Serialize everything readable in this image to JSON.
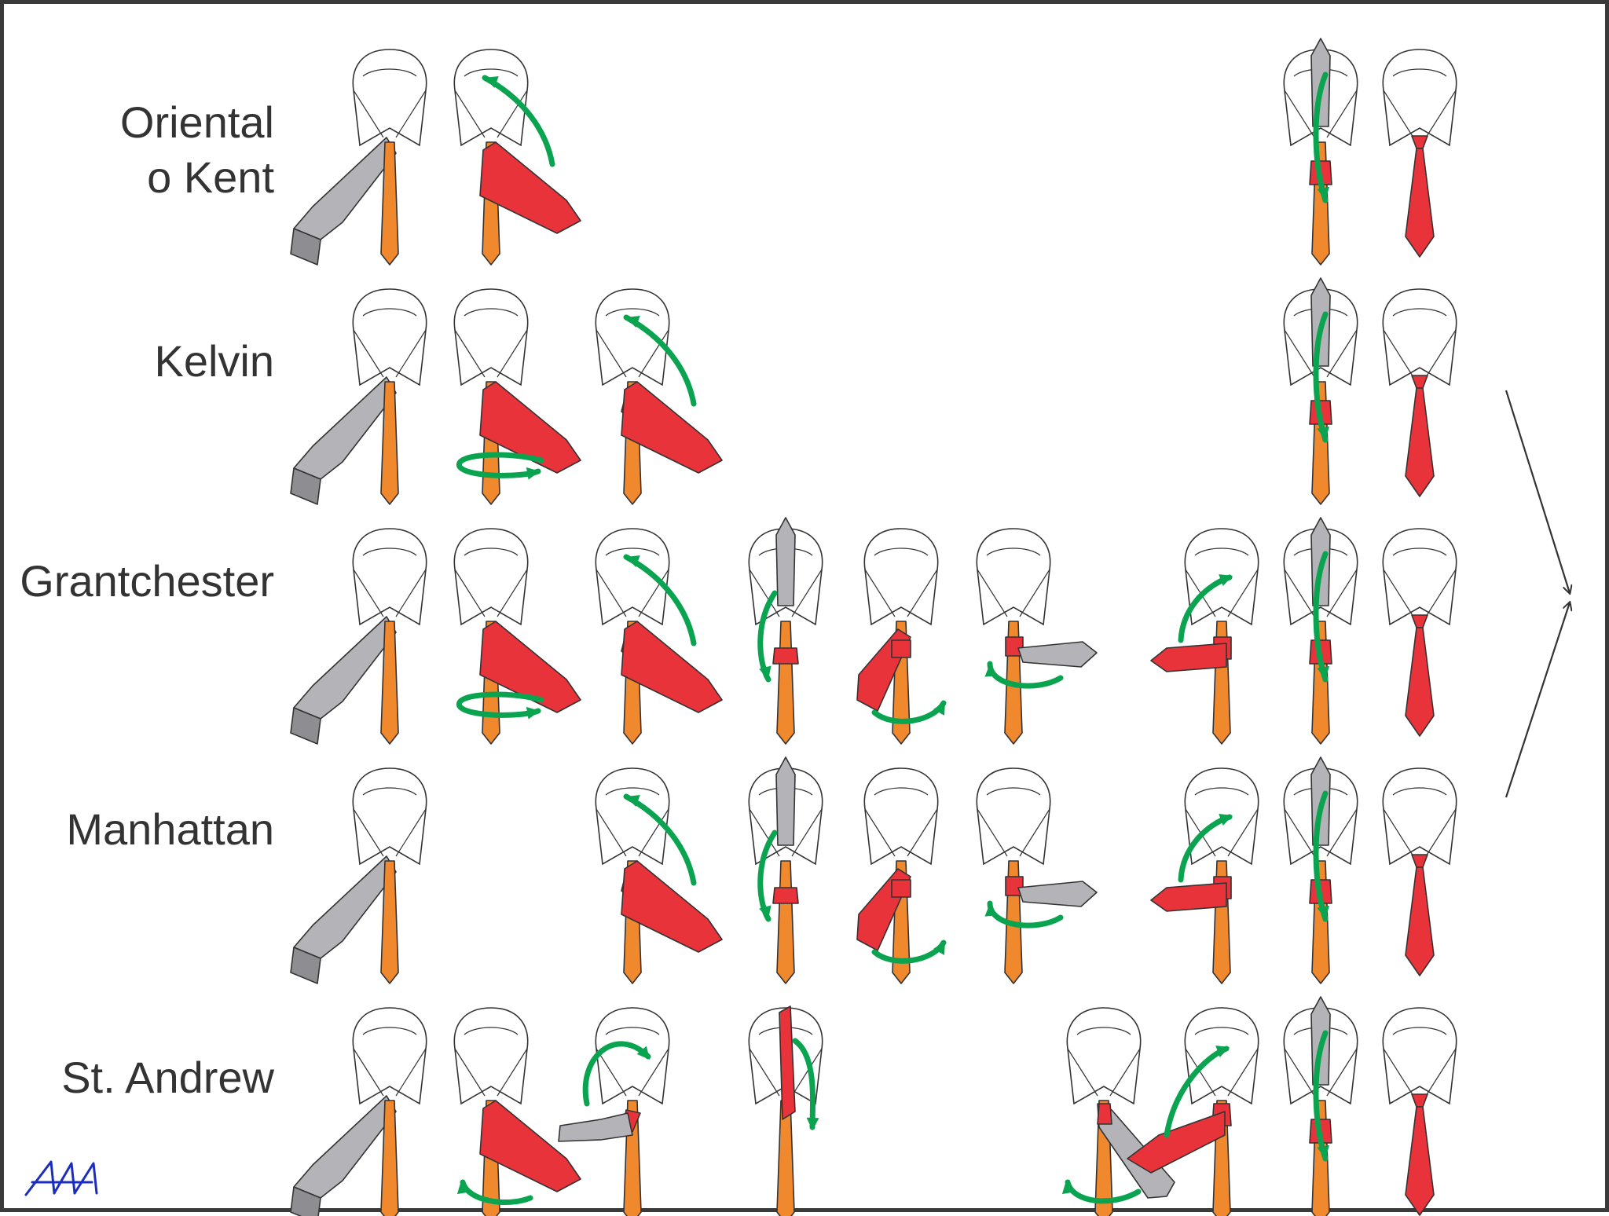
{
  "colors": {
    "front_blade": "#f0882e",
    "back_blade": "#b4b4b8",
    "red_blade": "#e8333a",
    "arrow": "#0aa451",
    "outline": "#333333",
    "text": "#333333",
    "logo": "#1b2dbd"
  },
  "knots": [
    {
      "name_lines": [
        "Oriental",
        "o Kent"
      ],
      "steps": [
        {
          "col": 0,
          "state": "start"
        },
        {
          "col": 1,
          "state": "cross-over"
        },
        {
          "col": 10,
          "state": "through-loop"
        },
        {
          "col": 11,
          "state": "finished"
        }
      ]
    },
    {
      "name_lines": [
        "Kelvin"
      ],
      "steps": [
        {
          "col": 0,
          "state": "start"
        },
        {
          "col": 1,
          "state": "cross-around"
        },
        {
          "col": 2,
          "state": "cross-over-twist"
        },
        {
          "col": 10,
          "state": "through-loop"
        },
        {
          "col": 11,
          "state": "finished"
        }
      ]
    },
    {
      "name_lines": [
        "Grantchester"
      ],
      "steps": [
        {
          "col": 0,
          "state": "start"
        },
        {
          "col": 1,
          "state": "cross-around"
        },
        {
          "col": 2,
          "state": "cross-over-twist"
        },
        {
          "col": 3,
          "state": "up-loop"
        },
        {
          "col": 4,
          "state": "down-right"
        },
        {
          "col": 5,
          "state": "across-right"
        },
        {
          "col": 9,
          "state": "across-left"
        },
        {
          "col": 10,
          "state": "through-loop"
        },
        {
          "col": 11,
          "state": "finished"
        }
      ]
    },
    {
      "name_lines": [
        "Manhattan"
      ],
      "steps": [
        {
          "col": 0,
          "state": "start"
        },
        {
          "col": 2,
          "state": "cross-over-twist"
        },
        {
          "col": 3,
          "state": "up-loop"
        },
        {
          "col": 4,
          "state": "down-right"
        },
        {
          "col": 5,
          "state": "across-right"
        },
        {
          "col": 9,
          "state": "across-left"
        },
        {
          "col": 10,
          "state": "through-loop"
        },
        {
          "col": 11,
          "state": "finished"
        }
      ]
    },
    {
      "name_lines": [
        "St. Andrew"
      ],
      "steps": [
        {
          "col": 0,
          "state": "start"
        },
        {
          "col": 1,
          "state": "cross-under"
        },
        {
          "col": 2,
          "state": "over-neck"
        },
        {
          "col": 3,
          "state": "red-up-down"
        },
        {
          "col": 6,
          "state": "gray-down"
        },
        {
          "col": 9,
          "state": "across-left-up"
        },
        {
          "col": 10,
          "state": "through-loop"
        },
        {
          "col": 11,
          "state": "finished"
        }
      ]
    }
  ],
  "logo": {
    "text": "AVA",
    "icon": "ava-logo-icon"
  },
  "connector": {
    "icon": "converging-arrows-icon"
  }
}
